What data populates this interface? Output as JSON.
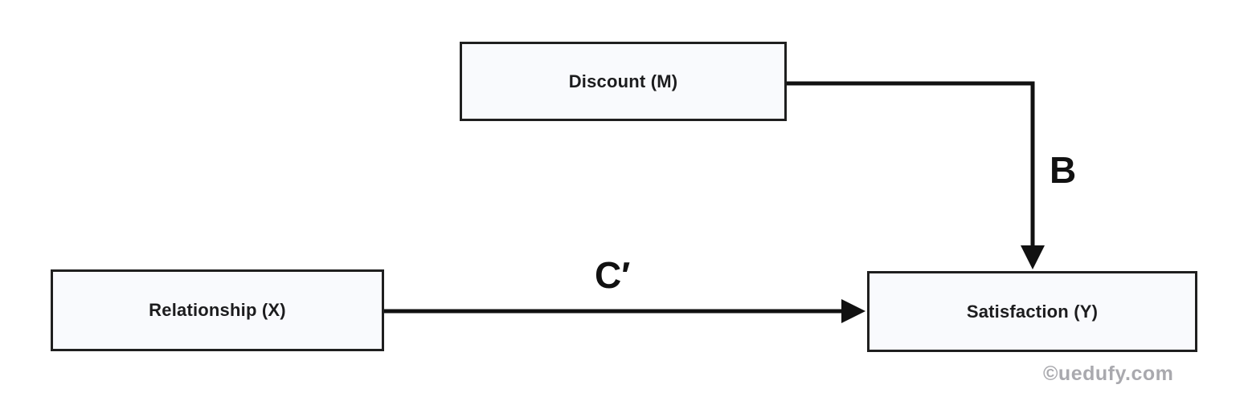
{
  "diagram": {
    "nodes": [
      {
        "id": "M",
        "label": "Discount (M)"
      },
      {
        "id": "X",
        "label": "Relationship (X)"
      },
      {
        "id": "Y",
        "label": "Satisfaction (Y)"
      }
    ],
    "edges": [
      {
        "from": "Discount (M)",
        "to": "Satisfaction (Y)",
        "label": "B",
        "shape": "elbow-right-down"
      },
      {
        "from": "Relationship (X)",
        "to": "Satisfaction (Y)",
        "label": "C′",
        "shape": "straight-right"
      }
    ],
    "watermark": "©uedufy.com",
    "colors": {
      "node_fill": "#f9fafd",
      "node_border": "#1f1f1f",
      "arrow": "#111111",
      "label_text": "#111111",
      "watermark_text": "#a9a9ae",
      "background": "#ffffff"
    }
  }
}
